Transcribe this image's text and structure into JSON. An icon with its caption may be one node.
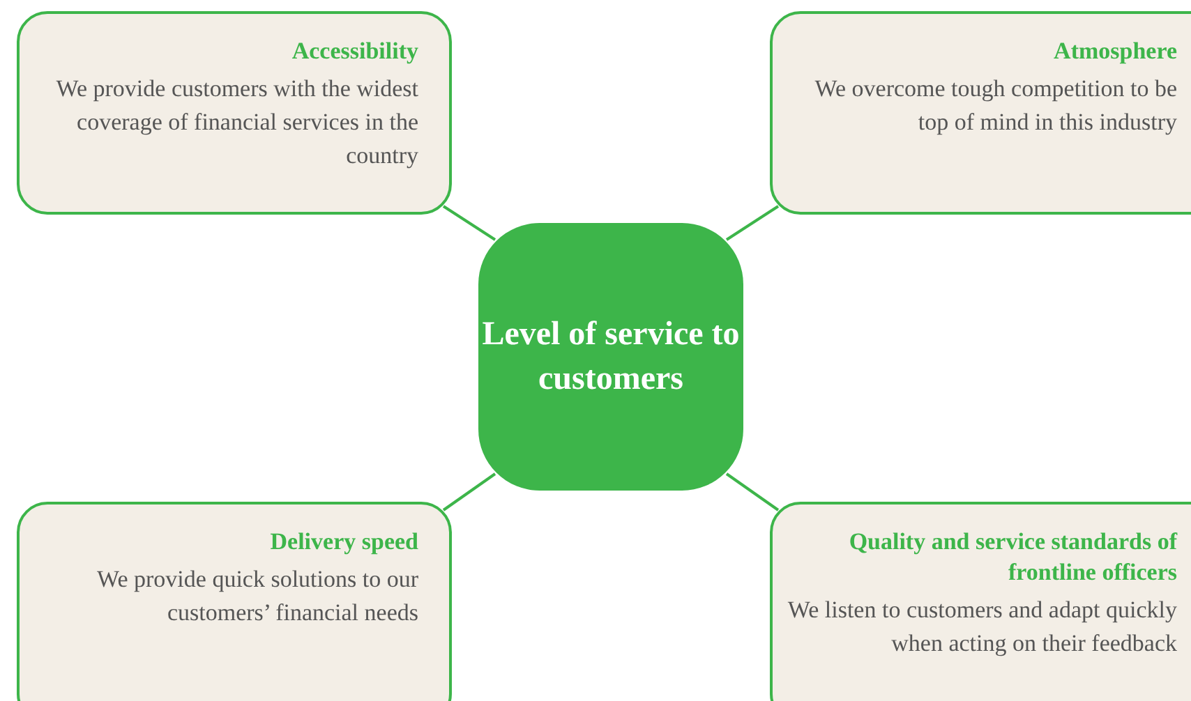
{
  "diagram": {
    "nodes": [
      {
        "text": [
          "Accessibility",
          "We provide customers with the widest coverage of financial services in the country"
        ]
      },
      {
        "text": [
          "Atmosphere",
          "We overcome tough competition to be top of mind in this industry"
        ]
      },
      {
        "text": [
          "Level of service to customers"
        ]
      },
      {
        "text": [
          "Delivery speed",
          "We provide quick solutions to our customers’ financial needs"
        ]
      },
      {
        "text": [
          "Quality and service standards of frontline officers",
          "We listen to customers and adapt quickly when acting on their feedback"
        ]
      }
    ],
    "edges": [
      {
        "from": 2,
        "to": 0,
        "arrow": "none"
      },
      {
        "from": 2,
        "to": 1,
        "arrow": "none"
      },
      {
        "from": 2,
        "to": 3,
        "arrow": "none"
      },
      {
        "from": 2,
        "to": 4,
        "arrow": "none"
      }
    ]
  }
}
